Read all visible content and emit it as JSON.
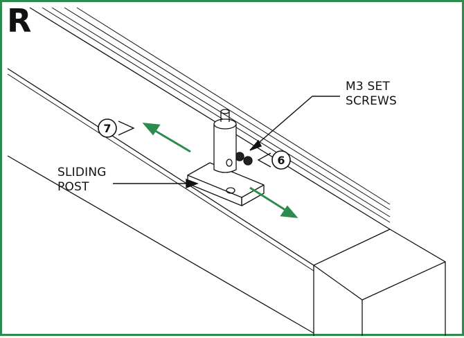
{
  "panel_letter": "R",
  "callouts": {
    "set_screws": {
      "line1": "M3 SET",
      "line2": "SCREWS"
    },
    "sliding_post": {
      "line1": "SLIDING",
      "line2": "POST"
    }
  },
  "steps": {
    "step_a": "7",
    "step_b": "6"
  },
  "colors": {
    "border": "#2e8b4e",
    "arrow": "#2e8b4e",
    "ink": "#111111"
  }
}
